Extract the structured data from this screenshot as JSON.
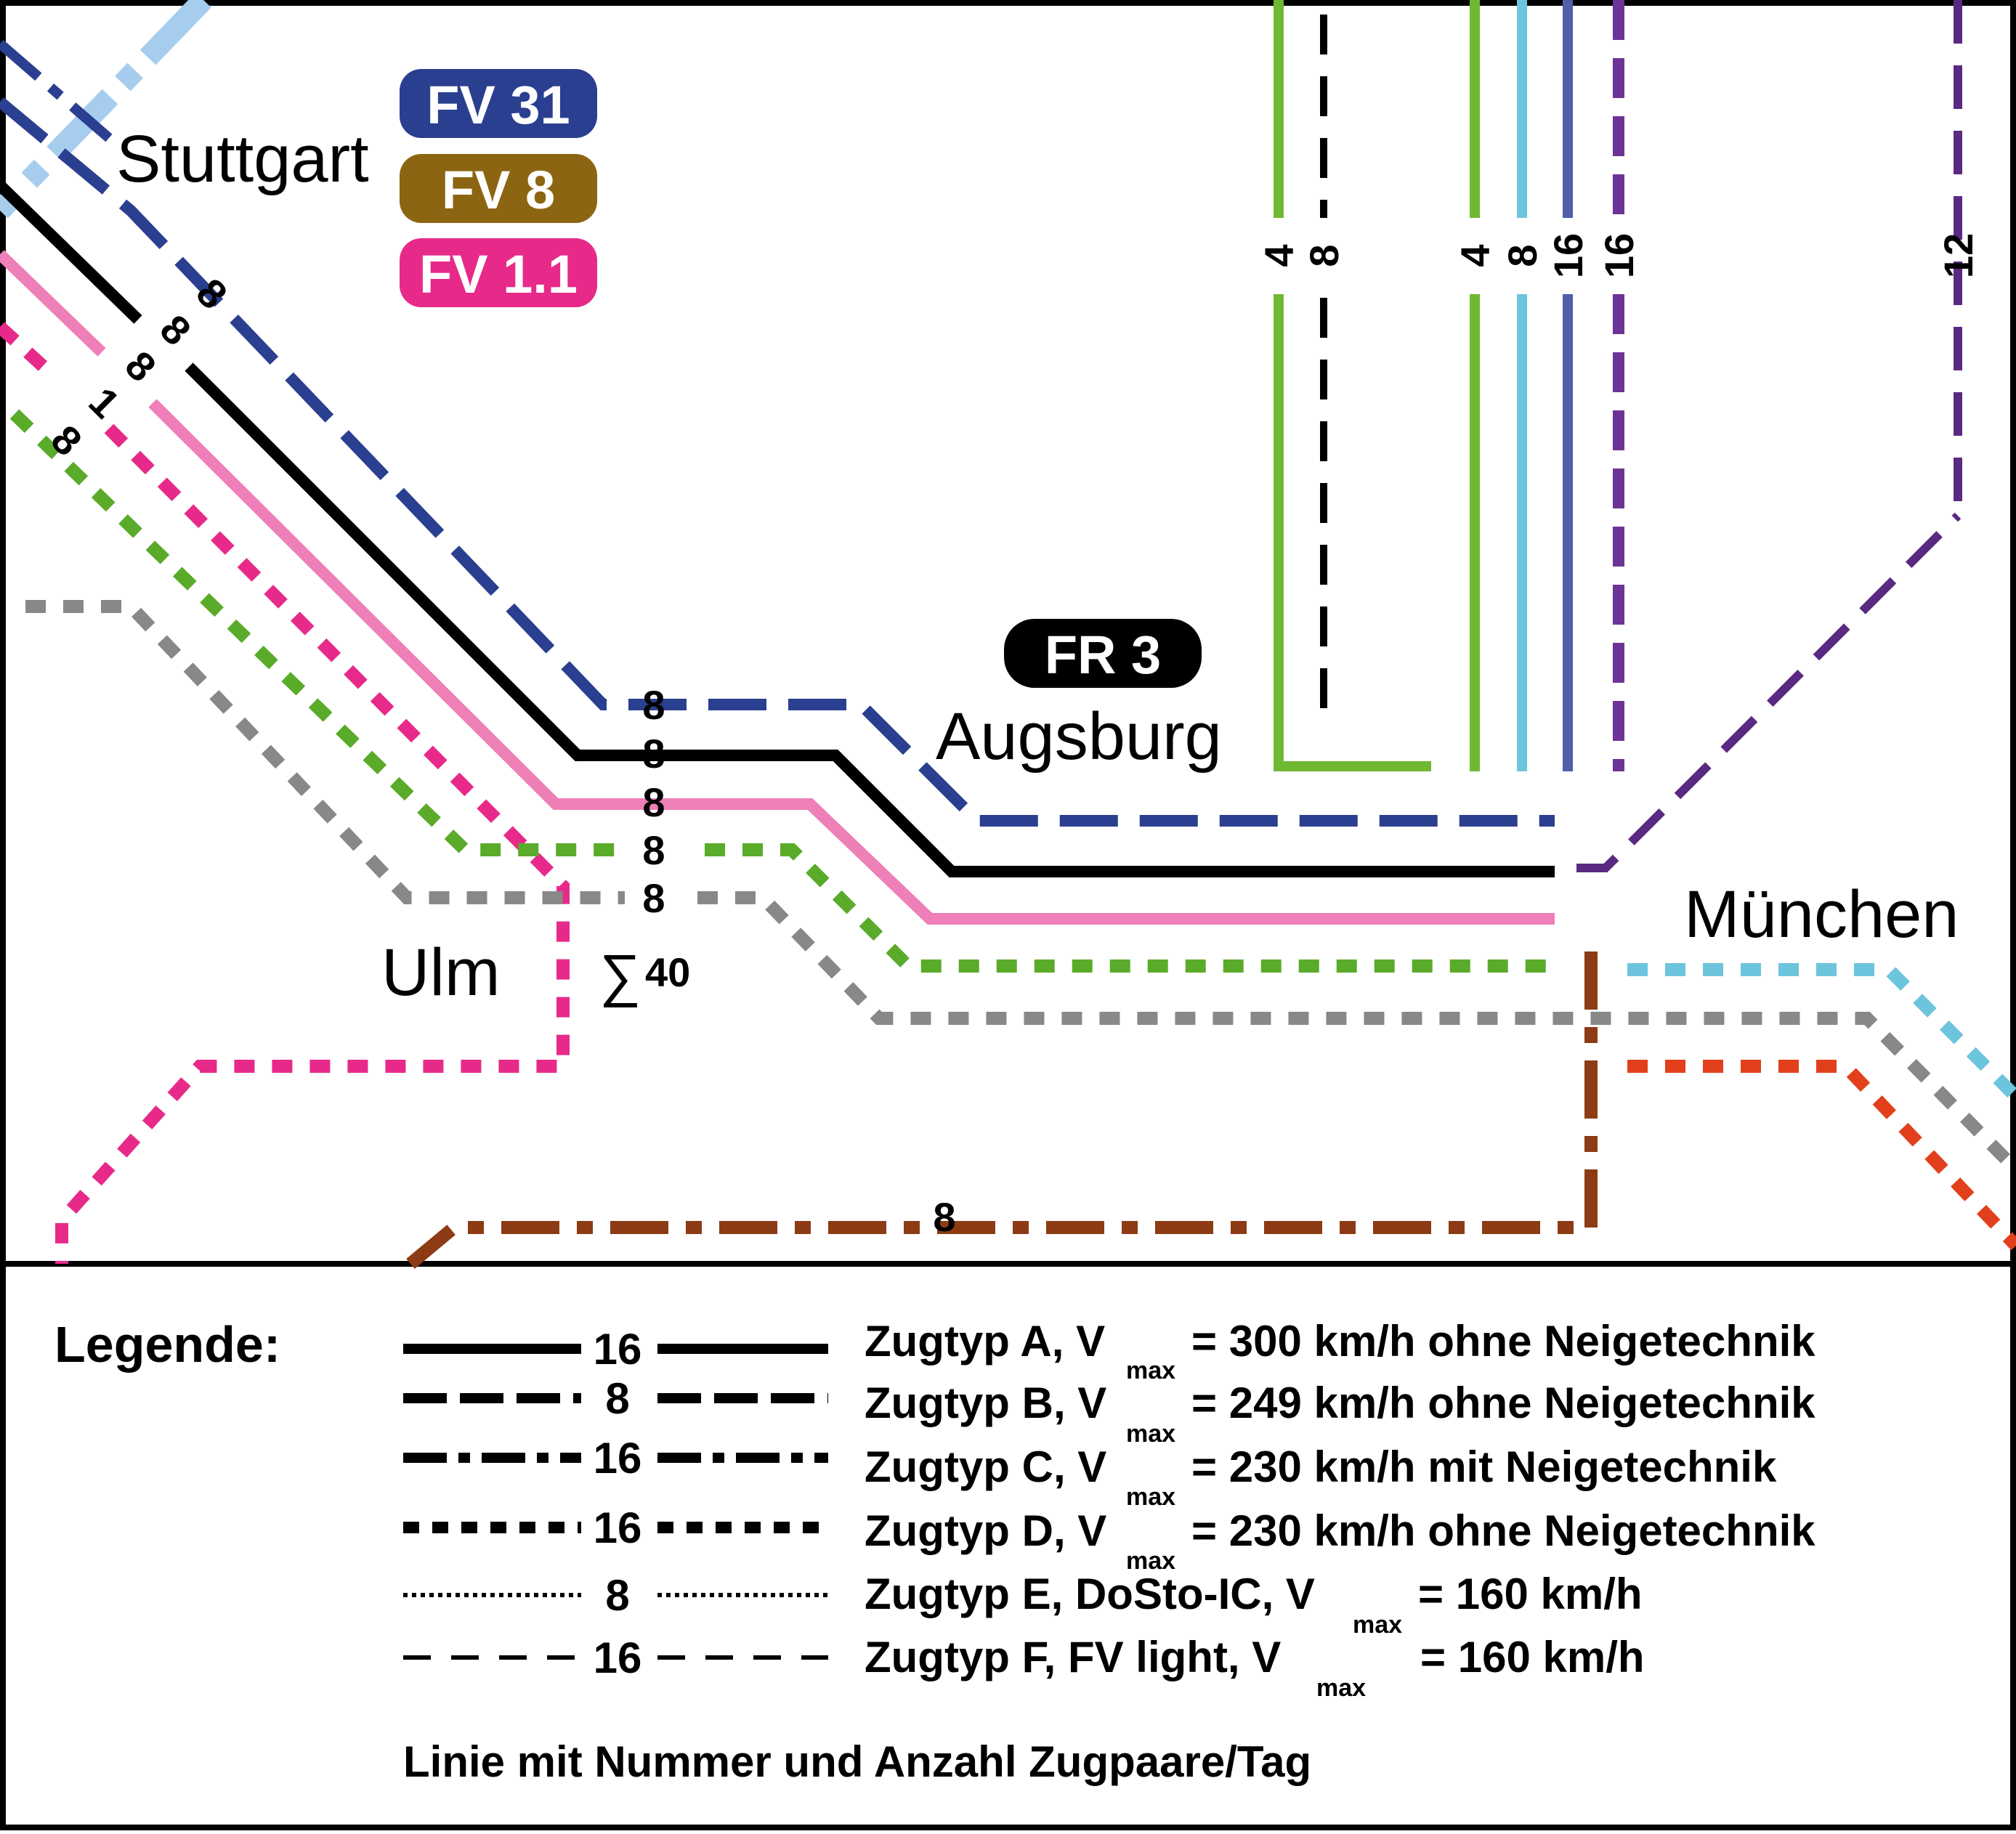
{
  "cities": {
    "stuttgart": "Stuttgart",
    "ulm": "Ulm",
    "augsburg": "Augsburg",
    "muenchen": "München"
  },
  "badges": [
    {
      "label": "FV 31",
      "color": "#2a3f8f"
    },
    {
      "label": "FV 8",
      "color": "#8c6512"
    },
    {
      "label": "FV 1.1",
      "color": "#e72a8a"
    },
    {
      "label": "FR 3",
      "color": "#000000"
    }
  ],
  "line_numbers": {
    "diag": [
      "8",
      "8",
      "8",
      "1",
      "8"
    ],
    "ulm_stack": [
      "8",
      "8",
      "8",
      "8",
      "8"
    ],
    "sum_symbol": "∑",
    "sum_value": "40",
    "bottom": "8",
    "vertical": [
      "4",
      "8",
      "4",
      "8",
      "16",
      "16",
      "12"
    ]
  },
  "colors": {
    "blue_dark": "#2a3f8f",
    "black": "#000000",
    "pink_light": "#ee7fb7",
    "magenta": "#e72a8a",
    "green": "#5aab2a",
    "gray": "#888888",
    "light_blue": "#a6cdee",
    "brown": "#8c3b14",
    "cyan": "#6cc5dc",
    "slate_blue": "#4f5fa8",
    "purple": "#6e3495",
    "purple_dark": "#5a2a82",
    "orange_red": "#e2401c",
    "lime": "#6fb832"
  },
  "legend": {
    "title": "Legende:",
    "items": [
      {
        "number": "16",
        "prefix": "Zugtyp A, V",
        "sub": "max",
        "suffix": "= 300 km/h ohne Neigetechnik"
      },
      {
        "number": "8",
        "prefix": "Zugtyp B, V",
        "sub": "max",
        "suffix": "= 249 km/h ohne Neigetechnik"
      },
      {
        "number": "16",
        "prefix": "Zugtyp C, V",
        "sub": "max",
        "suffix": "= 230 km/h mit Neigetechnik"
      },
      {
        "number": "16",
        "prefix": "Zugtyp D, V",
        "sub": "max",
        "suffix": "= 230 km/h ohne Neigetechnik"
      },
      {
        "number": "8",
        "prefix": "Zugtyp E, DoSto-IC, V",
        "sub": "max",
        "suffix": "= 160 km/h"
      },
      {
        "number": "16",
        "prefix": "Zugtyp F, FV light, V",
        "sub": "max",
        "suffix": "= 160 km/h"
      }
    ],
    "footer": "Linie mit Nummer und Anzahl Zugpaare/Tag"
  }
}
